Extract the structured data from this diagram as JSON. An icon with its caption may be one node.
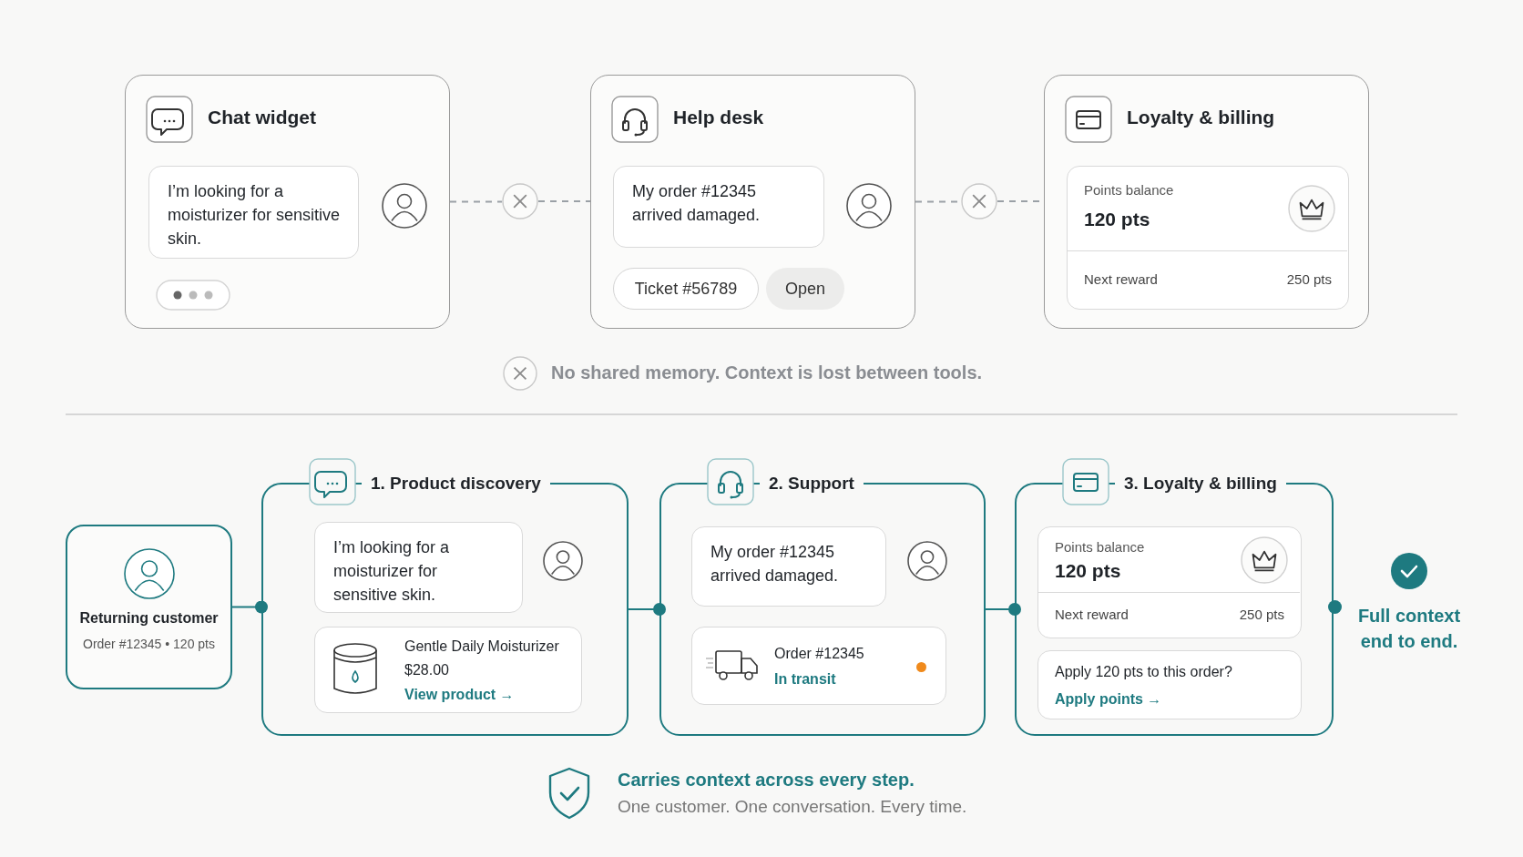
{
  "diagram": {
    "nodes": [
      {
        "text": [
          "Chat widget"
        ]
      },
      {
        "text": [
          "I’m looking for a moisturizer for sensitive skin."
        ],
        "in": 0
      },
      {
        "text": [],
        "shape": "circle"
      },
      {
        "text": [
          "Help desk"
        ]
      },
      {
        "text": [
          "My order #12345 arrived damaged."
        ],
        "in": 3
      },
      {
        "text": [
          "Ticket #56789"
        ],
        "in": 3
      },
      {
        "text": [
          "Open"
        ],
        "in": 3
      },
      {
        "text": [],
        "shape": "circle"
      },
      {
        "text": [
          "Loyalty & billing"
        ]
      },
      {
        "text": [
          "Points balance",
          "120 pts",
          "Next reward",
          "250 pts"
        ],
        "in": 8
      },
      {
        "text": [
          "Returning customer",
          "Order #12345 • 120 pts"
        ]
      },
      {
        "text": [
          "1. Product discovery"
        ]
      },
      {
        "text": [
          "I’m looking for a moisturizer for sensitive skin."
        ],
        "in": 11
      },
      {
        "text": [
          "Gentle Daily Moisturizer",
          "$28.00",
          "View product →"
        ],
        "in": 11
      },
      {
        "text": [
          "2. Support"
        ]
      },
      {
        "text": [
          "My order #12345 arrived damaged."
        ],
        "in": 14
      },
      {
        "text": [
          "Order #12345",
          "In transit"
        ],
        "in": 14
      },
      {
        "text": [
          "3. Loyalty & billing"
        ]
      },
      {
        "text": [
          "Points balance",
          "120 pts",
          "Next reward",
          "250 pts"
        ],
        "in": 17
      },
      {
        "text": [
          "Apply 120 pts to this order?",
          "Apply points →"
        ],
        "in": 17
      }
    ],
    "edges": [
      {
        "from": 0,
        "to": 2,
        "arrow": "none",
        "style": "dashed"
      },
      {
        "from": 2,
        "to": 3,
        "arrow": "none",
        "style": "dashed"
      },
      {
        "from": 3,
        "to": 7,
        "arrow": "none",
        "style": "dashed"
      },
      {
        "from": 7,
        "to": 8,
        "arrow": "none",
        "style": "dashed"
      },
      {
        "from": 10,
        "to": 11,
        "arrow": "other",
        "color": "#1e7a80"
      },
      {
        "from": 11,
        "to": 14,
        "arrow": "other",
        "color": "#1e7a80"
      },
      {
        "from": 14,
        "to": 17,
        "arrow": "other",
        "color": "#1e7a80"
      }
    ],
    "labels": [
      "No shared memory. Context is lost between tools.",
      "Full context end to end.",
      "Carries context across every step.",
      "One customer. One conversation. Every time."
    ]
  }
}
